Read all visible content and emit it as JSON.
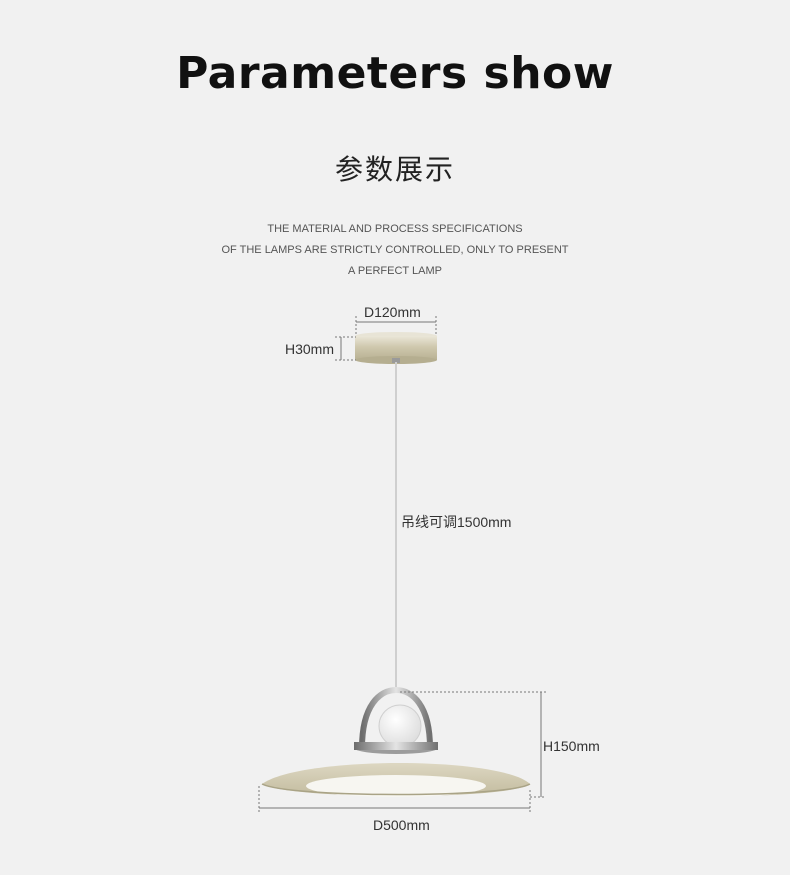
{
  "header": {
    "title": "Parameters show",
    "subtitle_cn": "参数展示"
  },
  "description": {
    "lines": [
      "THE MATERIAL AND PROCESS SPECIFICATIONS",
      "OF THE LAMPS ARE STRICTLY CONTROLLED, ONLY TO PRESENT",
      "A PERFECT LAMP"
    ]
  },
  "dimensions": {
    "canopy_diameter": "D120mm",
    "canopy_height": "H30mm",
    "cord_length": "吊线可调1500mm",
    "lamp_height": "H150mm",
    "lamp_diameter": "D500mm"
  },
  "colors": {
    "background": "#f1f1f1",
    "lamp_body": "#d4cdb5",
    "chrome": "#8a8a8a"
  }
}
